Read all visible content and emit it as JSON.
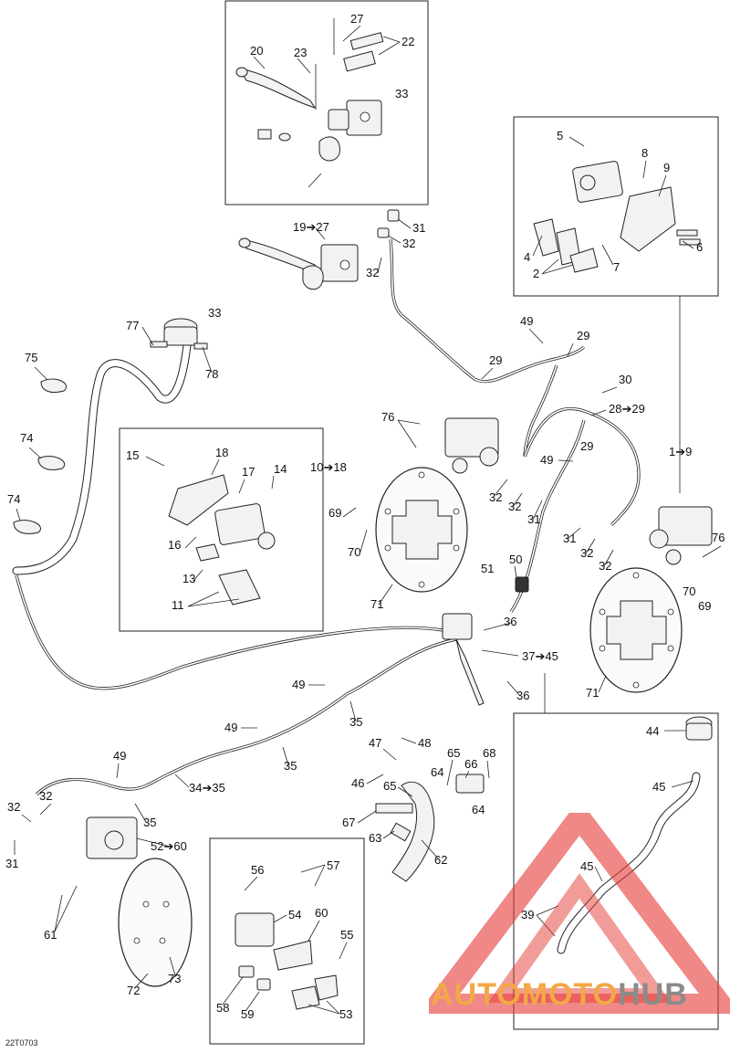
{
  "diagram": {
    "code": "22T0703",
    "callouts": [
      {
        "id": "c20",
        "text": "20"
      },
      {
        "id": "c27",
        "text": "27"
      },
      {
        "id": "c23",
        "text": "23"
      },
      {
        "id": "c22",
        "text": "22"
      },
      {
        "id": "c33a",
        "text": "33"
      },
      {
        "id": "c19_27",
        "text": "19➔27"
      },
      {
        "id": "c31a",
        "text": "31"
      },
      {
        "id": "c32a",
        "text": "32"
      },
      {
        "id": "c32b",
        "text": "32"
      },
      {
        "id": "c5",
        "text": "5"
      },
      {
        "id": "c8",
        "text": "8"
      },
      {
        "id": "c9",
        "text": "9"
      },
      {
        "id": "c4",
        "text": "4"
      },
      {
        "id": "c2",
        "text": "2"
      },
      {
        "id": "c7",
        "text": "7"
      },
      {
        "id": "c6",
        "text": "6"
      },
      {
        "id": "c77",
        "text": "77"
      },
      {
        "id": "c33b",
        "text": "33"
      },
      {
        "id": "c78",
        "text": "78"
      },
      {
        "id": "c75",
        "text": "75"
      },
      {
        "id": "c74a",
        "text": "74"
      },
      {
        "id": "c74b",
        "text": "74"
      },
      {
        "id": "c49a",
        "text": "49"
      },
      {
        "id": "c29a",
        "text": "29"
      },
      {
        "id": "c29b",
        "text": "29"
      },
      {
        "id": "c30",
        "text": "30"
      },
      {
        "id": "c28_29",
        "text": "28➔29"
      },
      {
        "id": "c29c",
        "text": "29"
      },
      {
        "id": "c49b",
        "text": "49"
      },
      {
        "id": "c76a",
        "text": "76"
      },
      {
        "id": "c15",
        "text": "15"
      },
      {
        "id": "c18",
        "text": "18"
      },
      {
        "id": "c10_18",
        "text": "10➔18"
      },
      {
        "id": "c14",
        "text": "14"
      },
      {
        "id": "c17",
        "text": "17"
      },
      {
        "id": "c16",
        "text": "16"
      },
      {
        "id": "c13",
        "text": "13"
      },
      {
        "id": "c11",
        "text": "11"
      },
      {
        "id": "c32c",
        "text": "32"
      },
      {
        "id": "c32d",
        "text": "32"
      },
      {
        "id": "c31b",
        "text": "31"
      },
      {
        "id": "c1_9",
        "text": "1➔9"
      },
      {
        "id": "c69a",
        "text": "69"
      },
      {
        "id": "c70a",
        "text": "70"
      },
      {
        "id": "c71a",
        "text": "71"
      },
      {
        "id": "c31c",
        "text": "31"
      },
      {
        "id": "c32e",
        "text": "32"
      },
      {
        "id": "c32f",
        "text": "32"
      },
      {
        "id": "c76b",
        "text": "76"
      },
      {
        "id": "c51",
        "text": "51"
      },
      {
        "id": "c50",
        "text": "50"
      },
      {
        "id": "c36a",
        "text": "36"
      },
      {
        "id": "c37_45",
        "text": "37➔45"
      },
      {
        "id": "c36b",
        "text": "36"
      },
      {
        "id": "c70b",
        "text": "70"
      },
      {
        "id": "c69b",
        "text": "69"
      },
      {
        "id": "c71b",
        "text": "71"
      },
      {
        "id": "c49c",
        "text": "49"
      },
      {
        "id": "c35a",
        "text": "35"
      },
      {
        "id": "c49d",
        "text": "49"
      },
      {
        "id": "c35b",
        "text": "35"
      },
      {
        "id": "c49e",
        "text": "49"
      },
      {
        "id": "c34_35",
        "text": "34➔35"
      },
      {
        "id": "c35c",
        "text": "35"
      },
      {
        "id": "c47",
        "text": "47"
      },
      {
        "id": "c48",
        "text": "48"
      },
      {
        "id": "c65a",
        "text": "65"
      },
      {
        "id": "c66",
        "text": "66"
      },
      {
        "id": "c68",
        "text": "68"
      },
      {
        "id": "c46",
        "text": "46"
      },
      {
        "id": "c65b",
        "text": "65"
      },
      {
        "id": "c64a",
        "text": "64"
      },
      {
        "id": "c64b",
        "text": "64"
      },
      {
        "id": "c67",
        "text": "67"
      },
      {
        "id": "c63",
        "text": "63"
      },
      {
        "id": "c62",
        "text": "62"
      },
      {
        "id": "c44",
        "text": "44"
      },
      {
        "id": "c45a",
        "text": "45"
      },
      {
        "id": "c45b",
        "text": "45"
      },
      {
        "id": "c39",
        "text": "39"
      },
      {
        "id": "c32g",
        "text": "32"
      },
      {
        "id": "c32h",
        "text": "32"
      },
      {
        "id": "c31d",
        "text": "31"
      },
      {
        "id": "c52_60",
        "text": "52➔60"
      },
      {
        "id": "c61",
        "text": "61"
      },
      {
        "id": "c72",
        "text": "72"
      },
      {
        "id": "c73",
        "text": "73"
      },
      {
        "id": "c56",
        "text": "56"
      },
      {
        "id": "c57",
        "text": "57"
      },
      {
        "id": "c54",
        "text": "54"
      },
      {
        "id": "c60",
        "text": "60"
      },
      {
        "id": "c55",
        "text": "55"
      },
      {
        "id": "c58",
        "text": "58"
      },
      {
        "id": "c59",
        "text": "59"
      },
      {
        "id": "c53",
        "text": "53"
      }
    ]
  },
  "watermark": {
    "part1": "AUTO",
    "part2": "MOTO",
    "part3": "HUB"
  },
  "colors": {
    "line": "#222222",
    "watermark_red": "#e53935",
    "watermark_orange": "#f3a847",
    "watermark_gray": "#8b8b8b"
  }
}
